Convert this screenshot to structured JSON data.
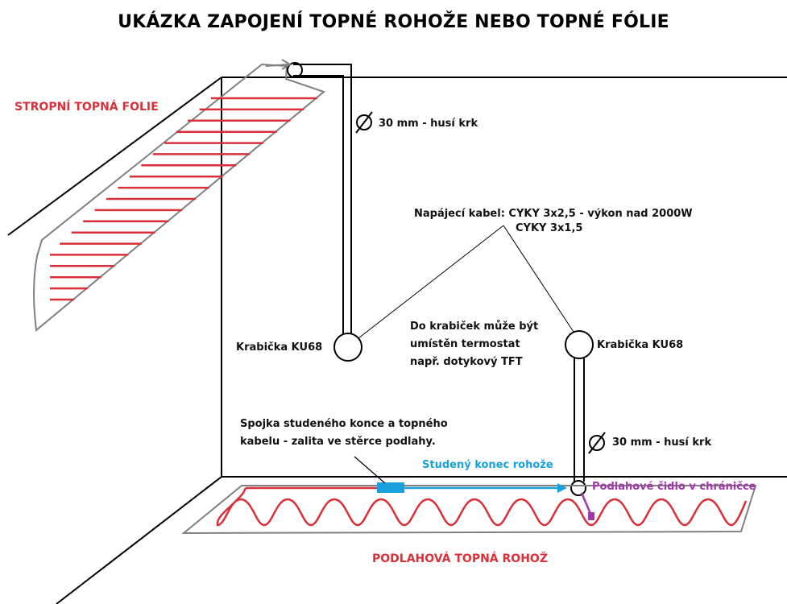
{
  "title": "UKÁZKA ZAPOJENÍ TOPNÉ ROHOŽE NEBO TOPNÉ FÓLIE",
  "labels": {
    "ceiling_foil": "STROPNÍ TOPNÁ FOLIE",
    "neck_top": "30 mm - husí krk",
    "power_cable_line1": "Napájecí kabel: CYKY 3x2,5 - výkon nad 2000W",
    "power_cable_line2": "CYKY 3x1,5",
    "box_left": "Krabička KU68",
    "box_right": "Krabička KU68",
    "thermostat_line1": "Do krabiček může být",
    "thermostat_line2": "umístěn termostat",
    "thermostat_line3": "např. dotykový TFT",
    "joint_line1": "Spojka studeného konce a topného",
    "joint_line2": "kabelu - zalita ve stěrce podlahy.",
    "neck_bottom": "30 mm - husí krk",
    "cold_end": "Studený konec rohože",
    "floor_sensor": "Podlahové čidlo v chráničce",
    "floor_mat": "PODLAHOVÁ TOPNÁ ROHOŽ"
  },
  "icons": {
    "diameter": "diameter-symbol-icon",
    "junction_box": "junction-box-icon"
  },
  "colors": {
    "heating": "#d9303a",
    "cold_end": "#1aa0dc",
    "sensor": "#a03aa8",
    "structure": "#000000",
    "outline": "#808080"
  }
}
